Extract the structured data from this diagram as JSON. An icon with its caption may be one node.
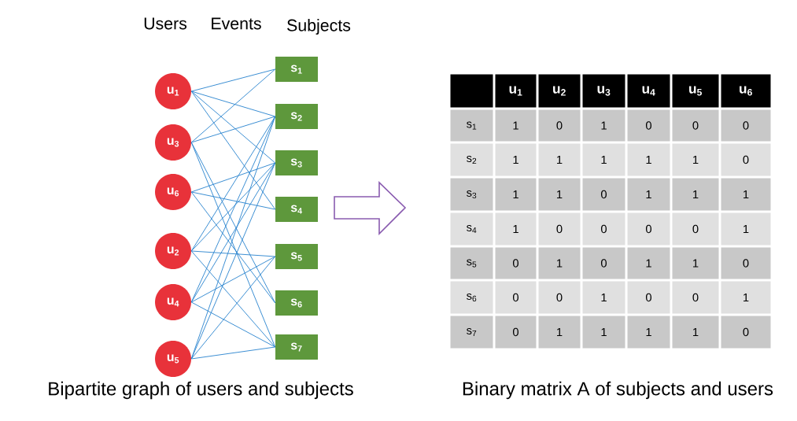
{
  "diagram": {
    "nodes": [
      {
        "text": [
          "u$_{1}$"
        ]
      },
      {
        "text": [
          "u$_{3}$"
        ]
      },
      {
        "text": [
          "u$_{6}$"
        ]
      },
      {
        "text": [
          "u$_{2}$"
        ]
      },
      {
        "text": [
          "u$_{4}$"
        ]
      },
      {
        "text": [
          "u$_{5}$"
        ]
      },
      {
        "text": [
          "s$_{1}$"
        ]
      },
      {
        "text": [
          "s$_{2}$"
        ]
      },
      {
        "text": [
          "s$_{3}$"
        ]
      },
      {
        "text": [
          "s$_{4}$"
        ]
      },
      {
        "text": [
          "s$_{5}$"
        ]
      },
      {
        "text": [
          "s$_{6}$"
        ]
      },
      {
        "text": [
          "s$_{7}$"
        ]
      }
    ],
    "edges": [
      {
        "from": 0,
        "to": 6,
        "arrow": "none"
      },
      {
        "from": 0,
        "to": 7,
        "arrow": "none"
      },
      {
        "from": 0,
        "to": 8,
        "arrow": "none"
      },
      {
        "from": 0,
        "to": 9,
        "arrow": "none"
      },
      {
        "from": 1,
        "to": 6,
        "arrow": "none"
      },
      {
        "from": 1,
        "to": 7,
        "arrow": "none"
      },
      {
        "from": 1,
        "to": 11,
        "arrow": "none"
      },
      {
        "from": 1,
        "to": 12,
        "arrow": "none"
      },
      {
        "from": 2,
        "to": 8,
        "arrow": "none"
      },
      {
        "from": 2,
        "to": 9,
        "arrow": "none"
      },
      {
        "from": 2,
        "to": 11,
        "arrow": "none"
      },
      {
        "from": 3,
        "to": 7,
        "arrow": "none"
      },
      {
        "from": 3,
        "to": 8,
        "arrow": "none"
      },
      {
        "from": 3,
        "to": 10,
        "arrow": "none"
      },
      {
        "from": 3,
        "to": 12,
        "arrow": "none"
      },
      {
        "from": 4,
        "to": 7,
        "arrow": "none"
      },
      {
        "from": 4,
        "to": 8,
        "arrow": "none"
      },
      {
        "from": 4,
        "to": 10,
        "arrow": "none"
      },
      {
        "from": 4,
        "to": 12,
        "arrow": "none"
      },
      {
        "from": 5,
        "to": 7,
        "arrow": "none"
      },
      {
        "from": 5,
        "to": 8,
        "arrow": "none"
      },
      {
        "from": 5,
        "to": 10,
        "arrow": "none"
      },
      {
        "from": 5,
        "to": 12,
        "arrow": "none"
      }
    ],
    "labels": [
      "Users",
      "Events",
      "Subjects",
      "u$_{1}$",
      "u$_{2}$",
      "u$_{3}$",
      "u$_{4}$",
      "u$_{5}$",
      "u$_{6}$",
      "s$_{1}$",
      "1",
      "0",
      "1",
      "0",
      "0",
      "0",
      "s$_{2}$",
      "1",
      "1",
      "1",
      "1",
      "1",
      "0",
      "s$_{3}$",
      "1",
      "1",
      "0",
      "1",
      "1",
      "1",
      "s$_{4}$",
      "1",
      "0",
      "0",
      "0",
      "0",
      "1",
      "s$_{5}$",
      "0",
      "1",
      "0",
      "1",
      "1",
      "0",
      "s$_{6}$",
      "0",
      "0",
      "1",
      "0",
      "0",
      "1",
      "s$_{7}$",
      "0",
      "1",
      "1",
      "1",
      "1",
      "0",
      "Bipartite graph of users and subjects",
      "Binary matrix A of subjects and users"
    ]
  }
}
